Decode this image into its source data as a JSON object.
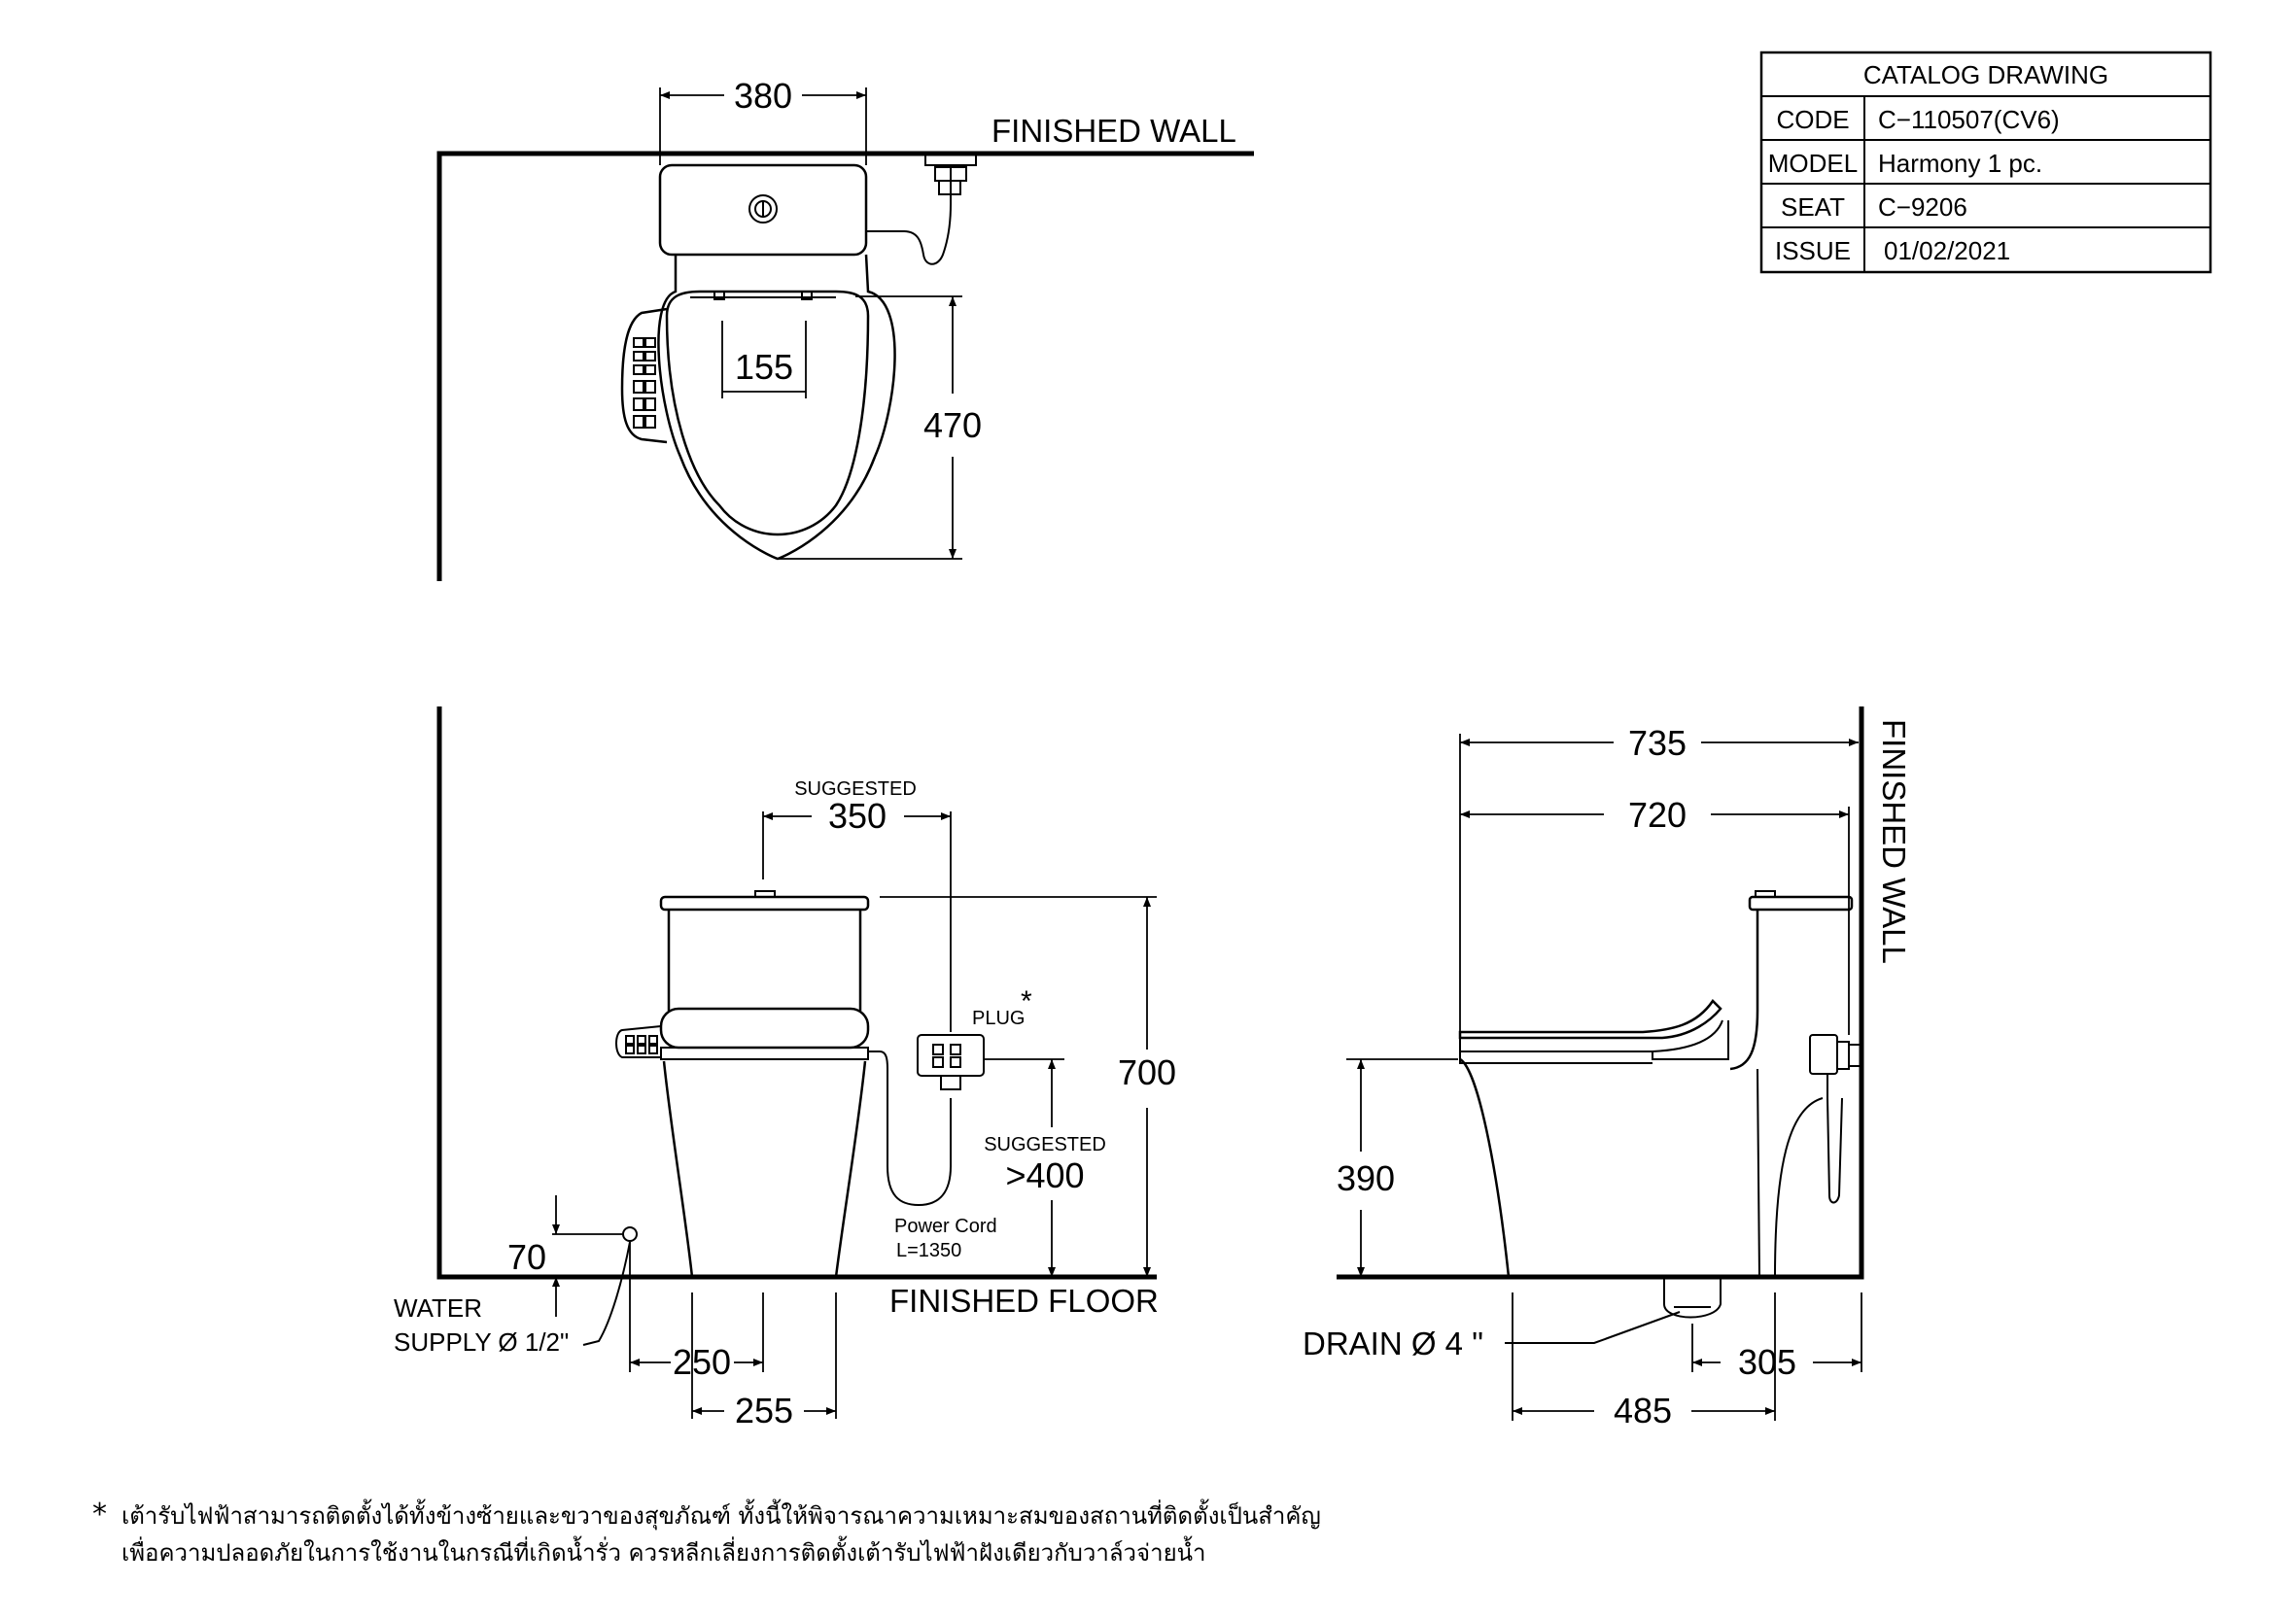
{
  "catalog": {
    "title": "CATALOG  DRAWING",
    "rows": [
      {
        "key": "CODE",
        "value": "C−110507(CV6)"
      },
      {
        "key": "MODEL",
        "value": "Harmony  1  pc."
      },
      {
        "key": "SEAT",
        "value": "C−9206"
      },
      {
        "key": "ISSUE",
        "value": "01/02/2021"
      }
    ]
  },
  "labels": {
    "finished_wall_top": "FINISHED WALL",
    "finished_wall_side": "FINISHED WALL",
    "finished_floor": "FINISHED FLOOR",
    "suggested_a": "SUGGESTED",
    "suggested_b": "SUGGESTED",
    "plug": "PLUG",
    "plug_star": "*",
    "power_cord": "Power Cord",
    "cord_length": "L=1350",
    "water": "WATER",
    "supply": "SUPPLY Ø 1/2\"",
    "drain": "DRAIN Ø 4 \""
  },
  "dimensions": {
    "tank_width": "380",
    "seat_hole": "155",
    "bowl_length": "470",
    "suggested_350": "350",
    "height_700": "700",
    "suggested_400": ">400",
    "water_70": "70",
    "dim_250": "250",
    "dim_255": "255",
    "depth_735": "735",
    "depth_720": "720",
    "seat_390": "390",
    "drain_305": "305",
    "dim_485": "485"
  },
  "note": {
    "marker": "*",
    "line1": "เต้ารับไฟฟ้าสามารถติดตั้งได้ทั้งข้างซ้ายและขวาของสุขภัณฑ์ ทั้งนี้ให้พิจารณาความเหมาะสมของสถานที่ติดตั้งเป็นสำคัญ",
    "line2": "เพื่อความปลอดภัยในการใช้งานในกรณีที่เกิดน้ำรั่ว ควรหลีกเลี่ยงการติดตั้งเต้ารับไฟฟ้าฝังเดียวกับวาล์วจ่ายน้ำ"
  }
}
